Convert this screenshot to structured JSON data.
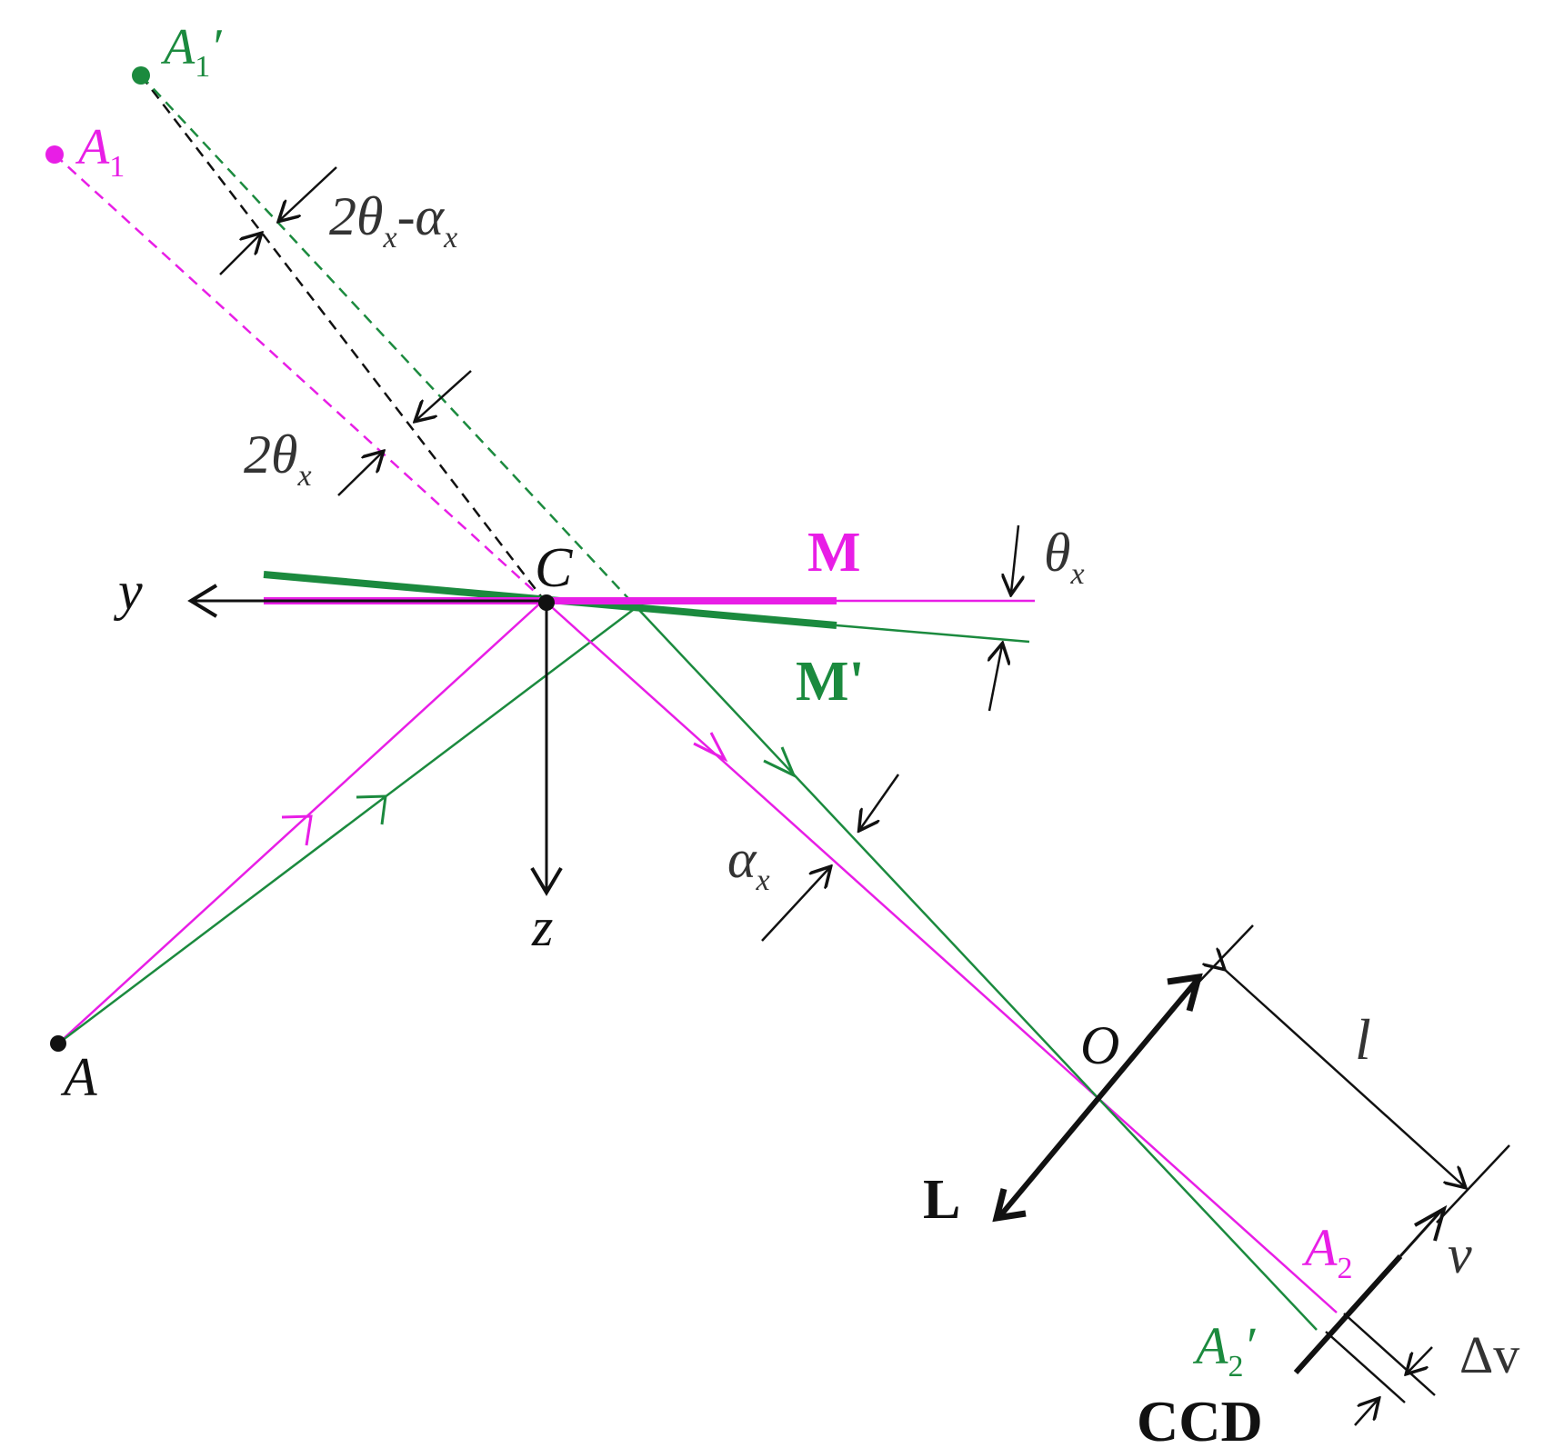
{
  "colors": {
    "magenta": "#e81ee6",
    "green": "#1b8a3e",
    "black": "#111111"
  },
  "labels": {
    "A1_prime_main": "A",
    "A1_prime_sub": "1",
    "A1_prime_mark": "′",
    "A1_main": "A",
    "A1_sub": "1",
    "angle_top_1": "2θ",
    "angle_top_sub1": "x",
    "angle_top_dash": "-α",
    "angle_top_sub2": "x",
    "angle_mid_main": "2θ",
    "angle_mid_sub": "x",
    "C": "C",
    "y": "y",
    "z": "z",
    "M": "M",
    "M_prime": "M'",
    "theta_main": "θ",
    "theta_sub": "x",
    "alpha_main": "α",
    "alpha_sub": "x",
    "A": "A",
    "O": "O",
    "L": "L",
    "l": "l",
    "A2_main": "A",
    "A2_sub": "2",
    "v": "v",
    "A2_prime_main": "A",
    "A2_prime_sub": "2",
    "A2_prime_mark": "′",
    "delta_v": "Δv",
    "CCD": "CCD"
  }
}
